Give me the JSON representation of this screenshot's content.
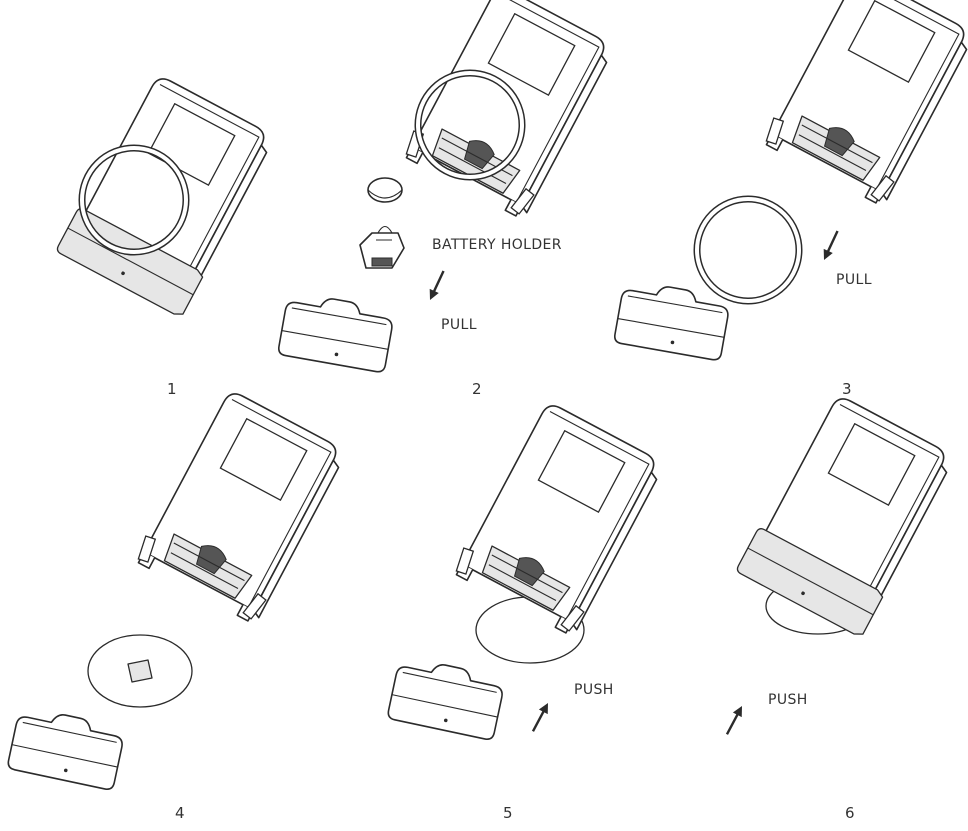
{
  "steps": [
    {
      "number": "1"
    },
    {
      "number": "2",
      "labels": {
        "holder": "BATTERY HOLDER",
        "action": "PULL"
      }
    },
    {
      "number": "3",
      "labels": {
        "action": "PULL"
      }
    },
    {
      "number": "4"
    },
    {
      "number": "5",
      "labels": {
        "action": "PUSH"
      }
    },
    {
      "number": "6",
      "labels": {
        "action": "PUSH"
      }
    }
  ]
}
